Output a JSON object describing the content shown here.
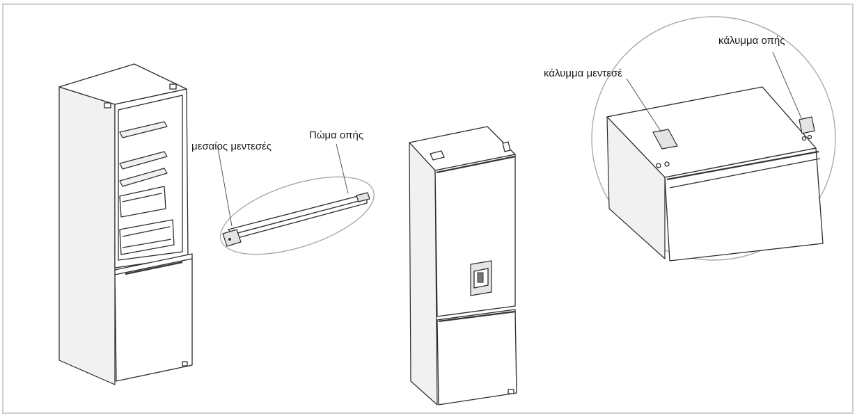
{
  "labels": {
    "middle_hinge": "μεσαίος μεντεσές",
    "hole_plug": "Πώμα οπής",
    "hinge_cover": "κάλυμμα μεντεσέ",
    "hole_cover": "κάλυμμα οπής"
  }
}
